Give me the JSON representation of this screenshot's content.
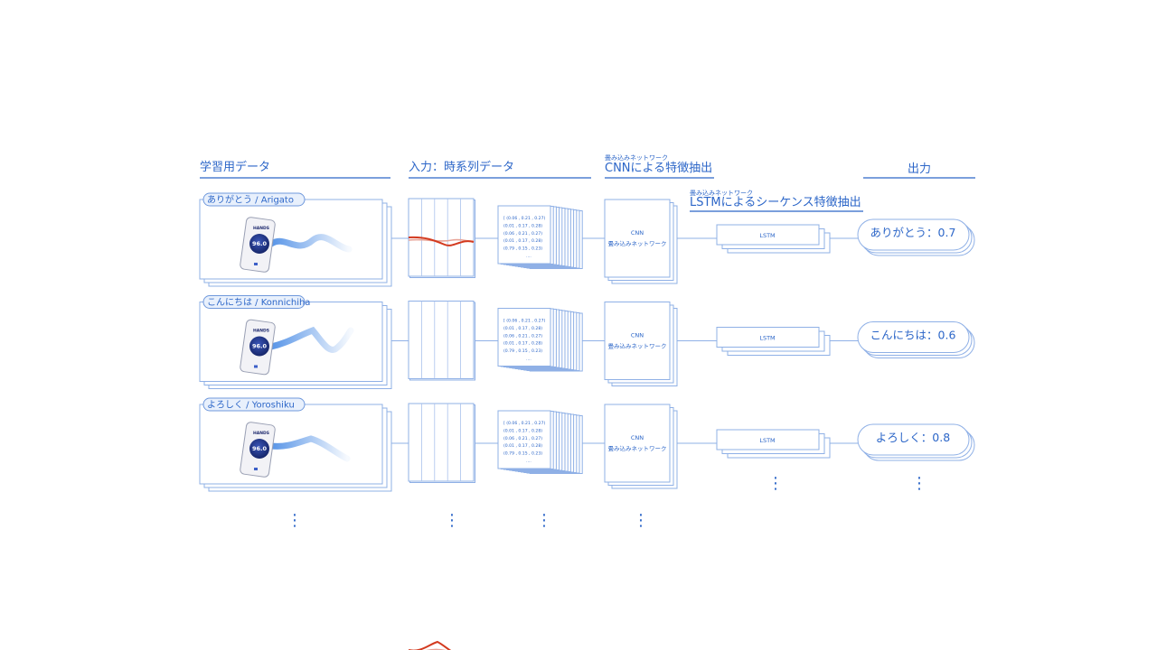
{
  "headers": {
    "training_data": "学習用データ",
    "input": "入力：時系列データ",
    "cnn_small": "畳み込みネットワーク",
    "cnn": "CNNによる特徴抽出",
    "lstm_small": "畳み込みネットワーク",
    "lstm": "LSTMによるシーケンス特徴抽出",
    "output": "出力"
  },
  "rows": [
    {
      "label": "ありがとう / Arigato",
      "output": "ありがとう：0.7"
    },
    {
      "label": "こんにちは / Konnichiha",
      "output": "こんにちは：0.6"
    },
    {
      "label": "よろしく / Yoroshiku",
      "output": "よろしく：0.8"
    }
  ],
  "phone": {
    "brand": "HANDS",
    "score": "96.0"
  },
  "matrix_lines": [
    "[ (0.06 , 0.21 , 0.27)",
    "(0.01 , 0.17 , 0.28)",
    "(0.06 , 0.21 , 0.27)",
    "(0.01 , 0.17 , 0.28)",
    "(0.79 , 0.15 , 0.23)",
    "...."
  ],
  "cnn_box": {
    "line1": "CNN",
    "line2": "畳み込みネットワーク"
  },
  "lstm_box": "LSTM",
  "ellipsis": "⋮",
  "colors": {
    "accent": "#2c66c8",
    "line": "#8fb0e6",
    "wave": "#d33a1f"
  }
}
